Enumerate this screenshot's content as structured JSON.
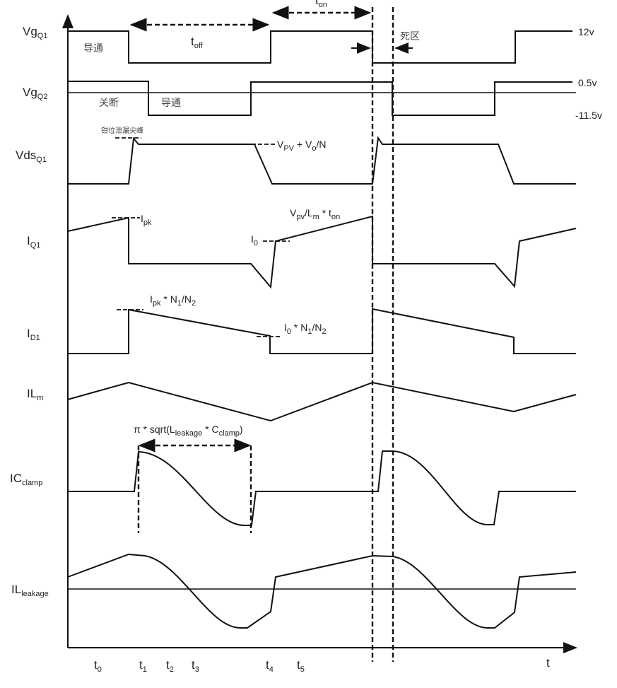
{
  "signals": {
    "vgq1": {
      "main": "Vg",
      "sub": "Q1"
    },
    "vgq2": {
      "main": "Vg",
      "sub": "Q2"
    },
    "vdsq1": {
      "main": "Vds",
      "sub": "Q1"
    },
    "iq1": {
      "main": "I",
      "sub": "Q1"
    },
    "id1": {
      "main": "I",
      "sub": "D1"
    },
    "ilm": {
      "main": "IL",
      "sub": "m"
    },
    "icclamp": {
      "main": "IC",
      "sub": "clamp"
    },
    "illeakage": {
      "main": "IL",
      "sub": "leakage"
    }
  },
  "levels": {
    "vgq1_high": "12v",
    "vgq2_high": "0.5v",
    "vgq2_low": "-11.5v"
  },
  "states": {
    "q1_on": "导通",
    "q2_off": "关断",
    "q2_on": "导通",
    "dead_zone": "死区",
    "clamp_spike": "钳位泄漏尖峰"
  },
  "intervals": {
    "toff": {
      "main": "t",
      "sub": "off"
    },
    "ton": {
      "main": "t",
      "sub": "on"
    }
  },
  "annotations": {
    "vds_level": {
      "a": "V",
      "a_sub": "PV",
      "b": " + V",
      "b_sub": "o",
      "c": "/N"
    },
    "ipk": {
      "main": "I",
      "sub": "pk"
    },
    "i0": {
      "main": "I",
      "sub": "0"
    },
    "slope": {
      "a": "V",
      "a_sub": "pv",
      "b": "/L",
      "b_sub": "m",
      "c": " * t",
      "c_sub": "on"
    },
    "id_pk": {
      "a": "I",
      "a_sub": "pk",
      "b": " * N",
      "b_sub": "1",
      "c": "/N",
      "c_sub": "2"
    },
    "id_0": {
      "a": "I",
      "a_sub": "0",
      "b": " * N",
      "b_sub": "1",
      "c": "/N",
      "c_sub": "2"
    },
    "resonance": {
      "a": "π * sqrt(L",
      "a_sub": "leakage",
      "b": " * C",
      "b_sub": "clamp",
      "c": ")"
    }
  },
  "time_axis": {
    "label": "t",
    "ticks": [
      {
        "main": "t",
        "sub": "0"
      },
      {
        "main": "t",
        "sub": "1"
      },
      {
        "main": "t",
        "sub": "2"
      },
      {
        "main": "t",
        "sub": "3"
      },
      {
        "main": "t",
        "sub": "4"
      },
      {
        "main": "t",
        "sub": "5"
      }
    ]
  }
}
